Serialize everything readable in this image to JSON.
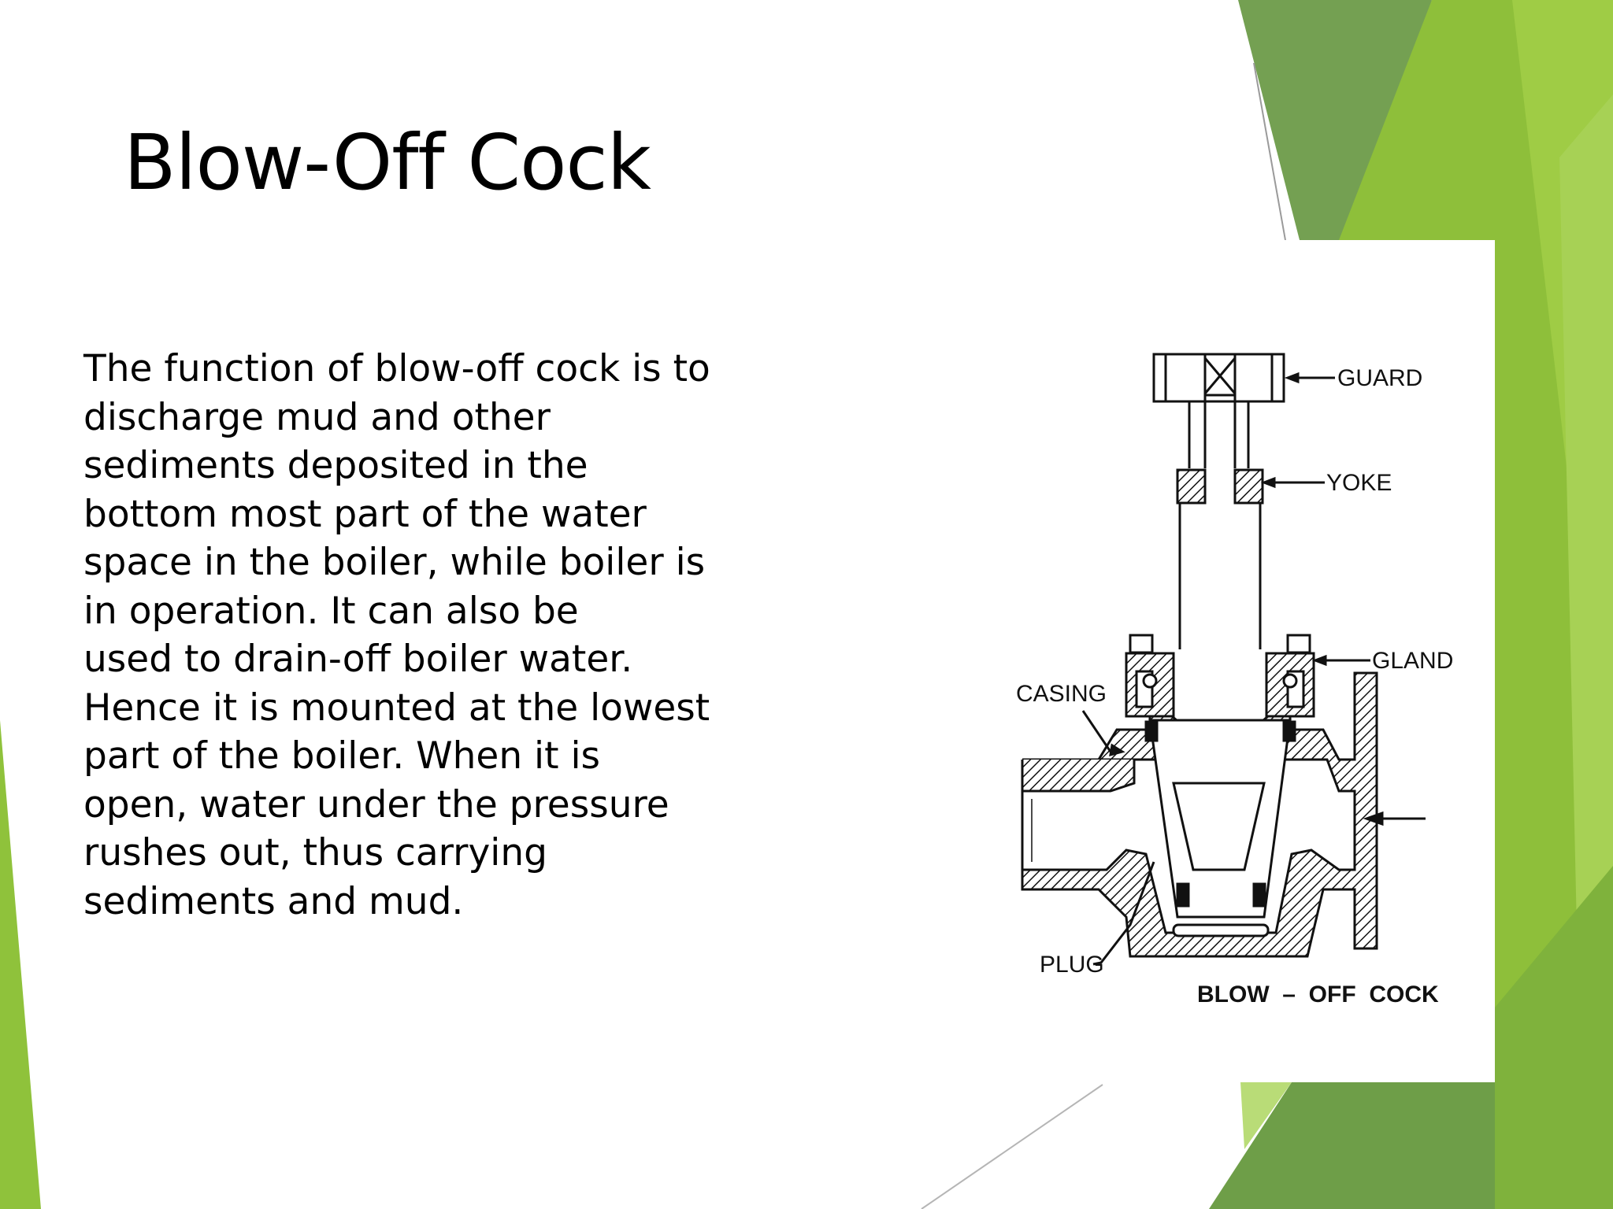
{
  "slide": {
    "title": "Blow-Off Cock",
    "body_lines": [
      "The function of blow-off cock is to",
      "discharge mud and other",
      "sediments deposited in the",
      "bottom most part of the water",
      "space in the boiler, while boiler is",
      "in operation. It can also be",
      "used to drain-off boiler water.",
      "Hence it is mounted at the lowest",
      "part of the boiler. When it is",
      "open, water under the pressure",
      "rushes out, thus carrying",
      "sediments and mud."
    ]
  },
  "figure": {
    "labels": {
      "guard": "GUARD",
      "yoke": "YOKE",
      "gland": "GLAND",
      "casing": "CASING",
      "plug": "PLUG"
    },
    "caption": "BLOW  –  OFF  COCK"
  },
  "colors": {
    "green_light": "#9bc93c",
    "green_mid": "#8ab833",
    "green_dark": "#74a052",
    "accent_green": "#86bc3a"
  }
}
